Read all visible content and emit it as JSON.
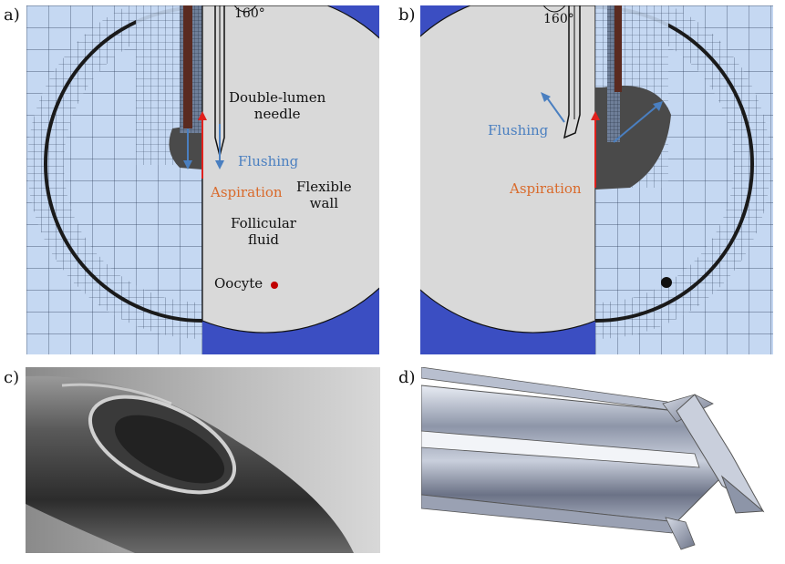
{
  "panels": {
    "a": {
      "letter": "a)",
      "angle": "160°",
      "needle": "Double-lumen\nneedle",
      "flushing": "Flushing",
      "aspiration": "Aspiration",
      "wall": "Flexible\nwall",
      "fluid": "Follicular\nfluid",
      "oocyte": "Oocyte"
    },
    "b": {
      "letter": "b)",
      "angle": "160°",
      "flushing": "Flushing",
      "aspiration": "Aspiration"
    },
    "c": {
      "letter": "c)"
    },
    "d": {
      "letter": "d)"
    }
  },
  "colors": {
    "mesh_fill": "#c5d8f2",
    "mesh_line": "#2a3a55",
    "domain_gray": "#d9d9d9",
    "solid_blue": "#3b4ec2",
    "flush_arrow": "#4a7fc0",
    "aspiration_arrow": "#e0201c",
    "oocyte": "#c00000"
  }
}
